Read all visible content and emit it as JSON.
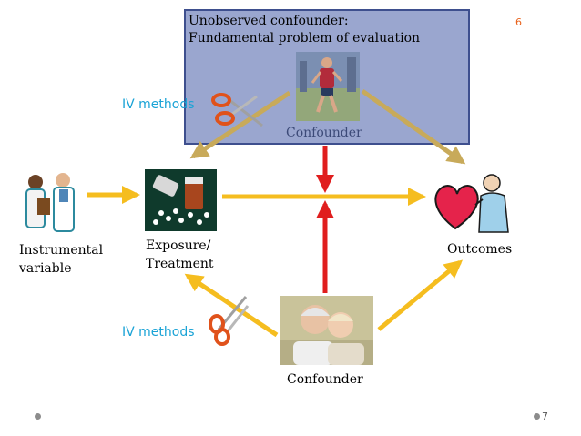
{
  "top_box": {
    "title_line1": "Unobserved confounder:",
    "title_line2": "Fundamental problem of evaluation",
    "confounder_label": "Confounder"
  },
  "page_numbers": {
    "top": "6",
    "bottom": "7"
  },
  "iv_labels": {
    "upper": "IV  methods",
    "lower": "IV  methods"
  },
  "nodes": {
    "instrumental_line1": "Instrumental",
    "instrumental_line2": "variable",
    "exposure_line1": "Exposure/",
    "exposure_line2": "Treatment",
    "outcomes": "Outcomes",
    "confounder_bottom": "Confounder"
  },
  "colors": {
    "arrow_yellow": "#f5bd1f",
    "arrow_red": "#e01e1e",
    "arrow_tan": "#c8aa5a",
    "box_fill": "#9aa6cf"
  }
}
